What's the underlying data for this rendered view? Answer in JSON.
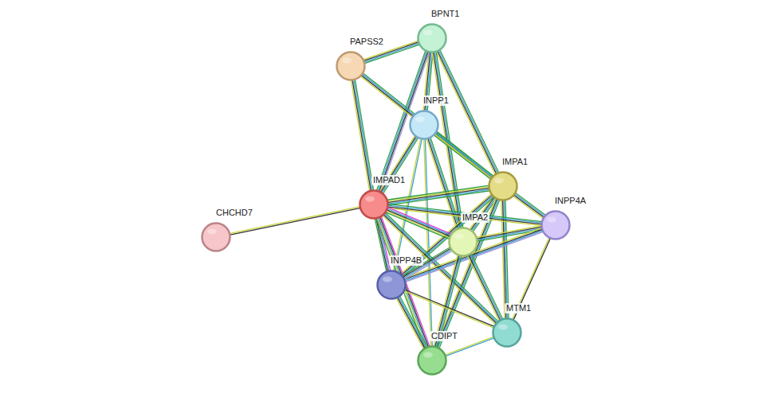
{
  "diagram": {
    "nodes": [
      {
        "text": [
          "BPNT1"
        ]
      },
      {
        "text": [
          "PAPSS2"
        ]
      },
      {
        "text": [
          "INPP1"
        ]
      },
      {
        "text": [
          "IMPA1"
        ]
      },
      {
        "text": [
          "IMPAD1"
        ]
      },
      {
        "text": [
          "INPP4A"
        ]
      },
      {
        "text": [
          "CHCHD7"
        ]
      },
      {
        "text": [
          "IMPA2"
        ]
      },
      {
        "text": [
          "INPP4B"
        ]
      },
      {
        "text": [
          "MTM1"
        ]
      },
      {
        "text": [
          "CDIPT"
        ]
      }
    ],
    "edges": [
      {
        "from": 0,
        "to": 1,
        "arrow": "none"
      },
      {
        "from": 0,
        "to": 2,
        "arrow": "none"
      },
      {
        "from": 0,
        "to": 4,
        "arrow": "none"
      },
      {
        "from": 0,
        "to": 3,
        "arrow": "none"
      },
      {
        "from": 0,
        "to": 7,
        "arrow": "none"
      },
      {
        "from": 1,
        "to": 4,
        "arrow": "none"
      },
      {
        "from": 1,
        "to": 3,
        "arrow": "none"
      },
      {
        "from": 2,
        "to": 3,
        "arrow": "none"
      },
      {
        "from": 2,
        "to": 4,
        "arrow": "none"
      },
      {
        "from": 2,
        "to": 7,
        "arrow": "none"
      },
      {
        "from": 2,
        "to": 8,
        "arrow": "none"
      },
      {
        "from": 2,
        "to": 10,
        "arrow": "none"
      },
      {
        "from": 3,
        "to": 4,
        "arrow": "none"
      },
      {
        "from": 3,
        "to": 5,
        "arrow": "none"
      },
      {
        "from": 3,
        "to": 7,
        "arrow": "none"
      },
      {
        "from": 3,
        "to": 8,
        "arrow": "none"
      },
      {
        "from": 3,
        "to": 9,
        "arrow": "none"
      },
      {
        "from": 3,
        "to": 10,
        "arrow": "none"
      },
      {
        "from": 4,
        "to": 6,
        "arrow": "none"
      },
      {
        "from": 4,
        "to": 5,
        "arrow": "none"
      },
      {
        "from": 4,
        "to": 7,
        "arrow": "none"
      },
      {
        "from": 4,
        "to": 8,
        "arrow": "none"
      },
      {
        "from": 4,
        "to": 9,
        "arrow": "none"
      },
      {
        "from": 4,
        "to": 10,
        "arrow": "none"
      },
      {
        "from": 5,
        "to": 7,
        "arrow": "none"
      },
      {
        "from": 5,
        "to": 8,
        "arrow": "none"
      },
      {
        "from": 5,
        "to": 9,
        "arrow": "none"
      },
      {
        "from": 7,
        "to": 8,
        "arrow": "none"
      },
      {
        "from": 7,
        "to": 9,
        "arrow": "none"
      },
      {
        "from": 7,
        "to": 10,
        "arrow": "none"
      },
      {
        "from": 8,
        "to": 9,
        "arrow": "none"
      },
      {
        "from": 8,
        "to": 10,
        "arrow": "none"
      },
      {
        "from": 9,
        "to": 10,
        "arrow": "none"
      }
    ]
  }
}
